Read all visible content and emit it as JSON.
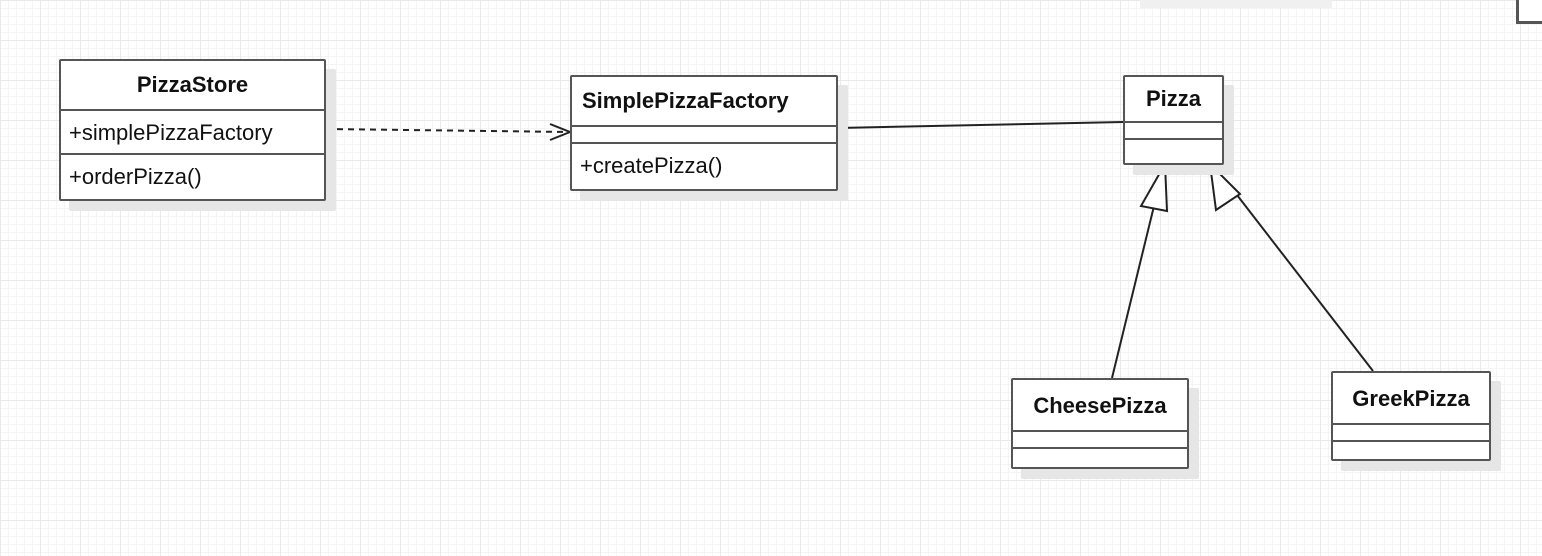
{
  "classes": {
    "pizza_store": {
      "name": "PizzaStore",
      "attributes": [
        "+simplePizzaFactory"
      ],
      "operations": [
        "+orderPizza()"
      ]
    },
    "simple_pizza_factory": {
      "name": "SimplePizzaFactory",
      "attributes": [],
      "operations": [
        "+createPizza()"
      ]
    },
    "pizza": {
      "name": "Pizza",
      "attributes": [],
      "operations": []
    },
    "cheese_pizza": {
      "name": "CheesePizza",
      "attributes": [],
      "operations": []
    },
    "greek_pizza": {
      "name": "GreekPizza",
      "attributes": [],
      "operations": []
    }
  },
  "relations": [
    {
      "type": "dependency",
      "from": "PizzaStore",
      "to": "SimplePizzaFactory"
    },
    {
      "type": "association",
      "from": "SimplePizzaFactory",
      "to": "Pizza"
    },
    {
      "type": "generalization",
      "from": "CheesePizza",
      "to": "Pizza"
    },
    {
      "type": "generalization",
      "from": "GreekPizza",
      "to": "Pizza"
    }
  ],
  "colors": {
    "line": "#222222",
    "border": "#555555",
    "shadow": "#e6e6e6",
    "grid": "#e9e9e9"
  }
}
